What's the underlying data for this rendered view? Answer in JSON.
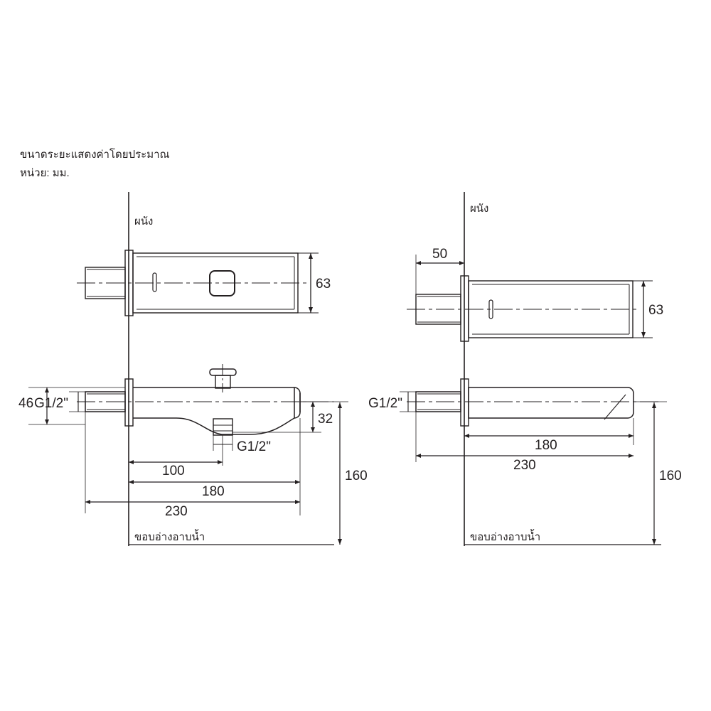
{
  "drawing": {
    "title_note_line1": "ขนาดระยะแสดงค่าโดยประมาณ",
    "title_note_line2": "หน่วย: มม.",
    "line_color": "#231f20",
    "background_color": "#ffffff",
    "units": "มม."
  },
  "left_views": {
    "wall_label": "ผนัง",
    "tub_rim_label": "ขอบอ่างอาบน้ำ",
    "top_view": {
      "width_dim": "63"
    },
    "side_view": {
      "height_dim": "46",
      "inlet_thread": "G1/2\"",
      "outlet_thread": "G1/2\"",
      "spout_drop_dim": "32",
      "diverter_offset_dim": "100",
      "mid_projection_dim": "180",
      "total_projection_dim": "230",
      "height_above_rim_dim": "160"
    }
  },
  "right_views": {
    "wall_label": "ผนัง",
    "tub_rim_label": "ขอบอ่างอาบน้ำ",
    "top_view": {
      "inlet_length_dim": "50",
      "width_dim": "63"
    },
    "side_view": {
      "inlet_thread": "G1/2\"",
      "mid_projection_dim": "180",
      "total_projection_dim": "230",
      "height_above_rim_dim": "160"
    }
  }
}
